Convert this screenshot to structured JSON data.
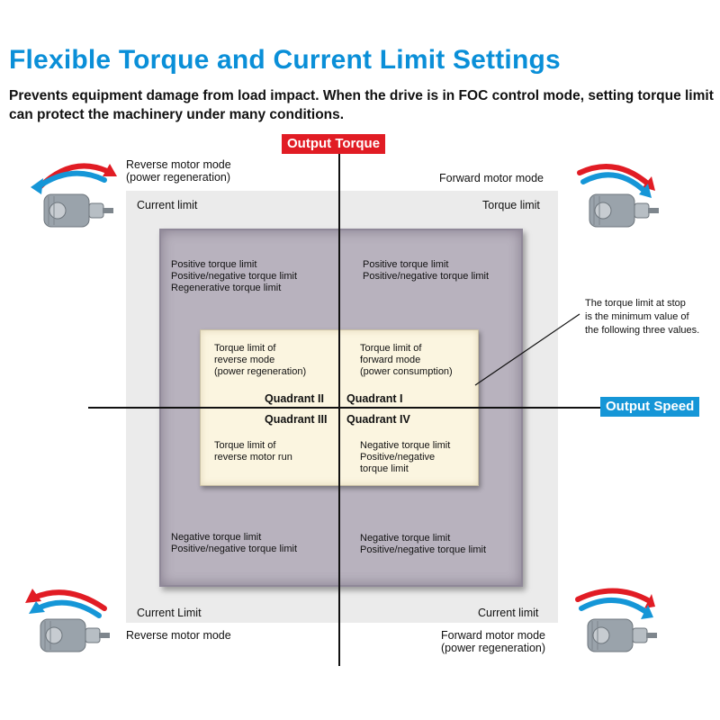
{
  "header": {
    "title": "Flexible Torque and Current Limit Settings",
    "subtitle": "Prevents equipment damage from load impact. When the drive is in FOC control mode, setting torque limit can protect the machinery under many conditions."
  },
  "axes": {
    "vertical_label": "Output Torque",
    "horizontal_label": "Output Speed"
  },
  "corners": {
    "top_left_mode": "Reverse motor  mode\n(power regeneration)",
    "top_right_mode": "Forward motor mode",
    "bottom_left_mode": "Reverse motor mode",
    "bottom_right_mode": "Forward motor mode\n(power regeneration)",
    "top_left_limit": "Current limit",
    "top_right_limit": "Torque limit",
    "bottom_left_limit": "Current Limit",
    "bottom_right_limit": "Current limit"
  },
  "outer_quadrants": {
    "top_left": "Positive torque limit\nPositive/negative torque limit\nRegenerative torque limit",
    "top_right": "Positive torque limit\nPositive/negative torque limit",
    "bottom_left": "Negative torque limit\nPositive/negative torque limit",
    "bottom_right": "Negative torque limit\nPositive/negative torque limit"
  },
  "inner_quadrants": {
    "q2_text": "Torque limit of\nreverse mode\n(power regeneration)",
    "q1_text": "Torque limit of\nforward mode\n(power consumption)",
    "q3_text": "Torque limit of\nreverse motor run",
    "q4_text": "Negative torque limit\nPositive/negative\ntorque limit",
    "q1_label": "Quadrant I",
    "q2_label": "Quadrant II",
    "q3_label": "Quadrant III",
    "q4_label": "Quadrant IV"
  },
  "note": "The torque limit at stop\nis the minimum value of\nthe following three values.",
  "colors": {
    "title": "#0a8fd8",
    "torque_tag": "#e11c24",
    "speed_tag": "#1596d7",
    "inner_box": "#b8b2be",
    "center_box": "#fbf5e0",
    "arrow_red": "#e11c24",
    "arrow_blue": "#1596d7"
  },
  "icons": [
    "motor-icon",
    "rotation-arrow-icon"
  ]
}
